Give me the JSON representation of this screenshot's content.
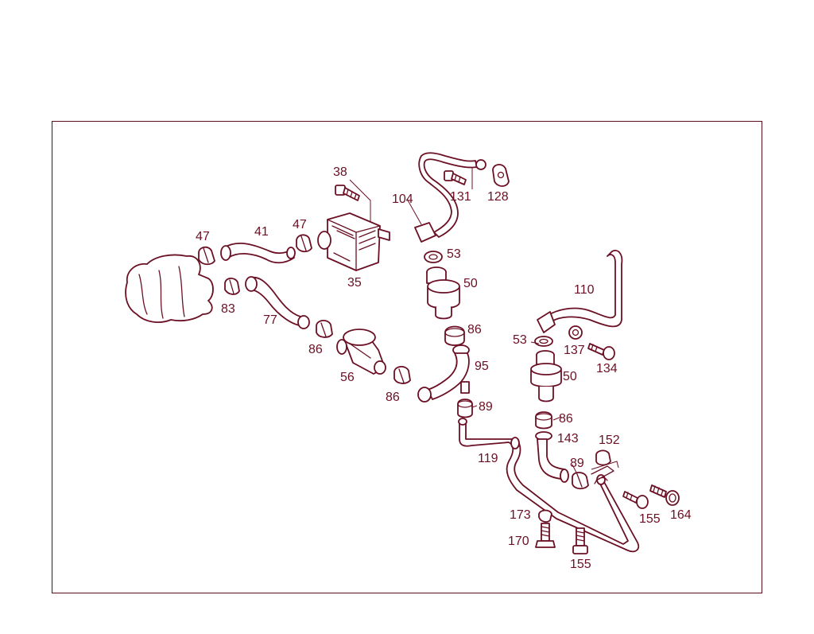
{
  "callouts": {
    "c38": "38",
    "c104": "104",
    "c131": "131",
    "c128": "128",
    "c47a": "47",
    "c41": "41",
    "c47b": "47",
    "c35": "35",
    "c53a": "53",
    "c50a": "50",
    "c83": "83",
    "c77": "77",
    "c86a": "86",
    "c86b": "86",
    "c56": "56",
    "c86c": "86",
    "c95": "95",
    "c89a": "89",
    "c110": "110",
    "c53b": "53",
    "c137": "137",
    "c134": "134",
    "c50b": "50",
    "c86d": "86",
    "c143": "143",
    "c152": "152",
    "c119": "119",
    "c89b": "89",
    "c173": "173",
    "c170": "170",
    "c155a": "155",
    "c155b": "155",
    "c164": "164"
  },
  "colors": {
    "line": "#6b1024",
    "frame": "#5a0d1c",
    "background": "#ffffff"
  }
}
